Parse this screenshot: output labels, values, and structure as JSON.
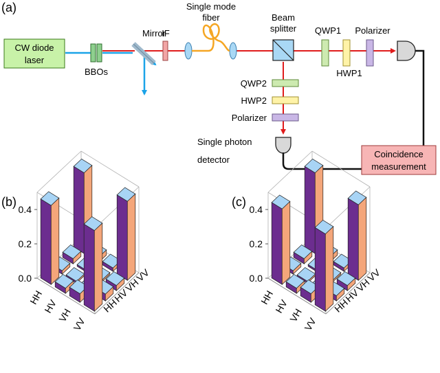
{
  "panel_labels": {
    "a": "(a)",
    "b": "(b)",
    "c": "(c)"
  },
  "setup": {
    "source": [
      "CW diode",
      "laser"
    ],
    "bbos": "BBOs",
    "mirror": "Mirror",
    "interference_filter": "IF",
    "fiber": [
      "Single mode",
      "fiber"
    ],
    "beam_splitter": [
      "Beam",
      "splitter"
    ],
    "qwp1": "QWP1",
    "hwp1": "HWP1",
    "polarizer1": "Polarizer",
    "qwp2": "QWP2",
    "hwp2": "HWP2",
    "polarizer2": "Polarizer",
    "detector": [
      "Single photon",
      "detector"
    ],
    "coincidence": [
      "Coincidence",
      "measurement"
    ]
  },
  "colors": {
    "pump_beam": "#1aa3e8",
    "signal_beam": "#e01b1b",
    "fiber": "#f5a623",
    "laser_box": "#c8f2a8",
    "coincidence_box": "#f7b5b5",
    "bar_front": "#f4a67a",
    "bar_side": "#6c2d8f",
    "bar_top": "#a8d4f5"
  },
  "chart_data": [
    {
      "type": "bar3d",
      "panel": "(b)",
      "rows": [
        "HH",
        "HV",
        "VH",
        "VV"
      ],
      "cols": [
        "HH",
        "HV",
        "VH",
        "VV"
      ],
      "zlim": [
        0,
        0.5
      ],
      "zticks": [
        "0.0",
        "0.2",
        "0.4"
      ],
      "values": [
        [
          0.47,
          0.03,
          0.02,
          0.46
        ],
        [
          0.03,
          0.01,
          0.01,
          0.03
        ],
        [
          0.02,
          0.01,
          0.01,
          0.04
        ],
        [
          0.46,
          0.03,
          0.05,
          0.47
        ]
      ]
    },
    {
      "type": "bar3d",
      "panel": "(c)",
      "rows": [
        "HH",
        "HV",
        "VH",
        "VV"
      ],
      "cols": [
        "HH",
        "HV",
        "VH",
        "VV"
      ],
      "zlim": [
        0,
        0.5
      ],
      "zticks": [
        "0.0",
        "0.2",
        "0.4"
      ],
      "values": [
        [
          0.47,
          0.03,
          0.02,
          0.44
        ],
        [
          0.03,
          0.01,
          0.01,
          0.03
        ],
        [
          0.02,
          0.01,
          0.01,
          0.03
        ],
        [
          0.44,
          0.03,
          0.05,
          0.45
        ]
      ]
    }
  ]
}
